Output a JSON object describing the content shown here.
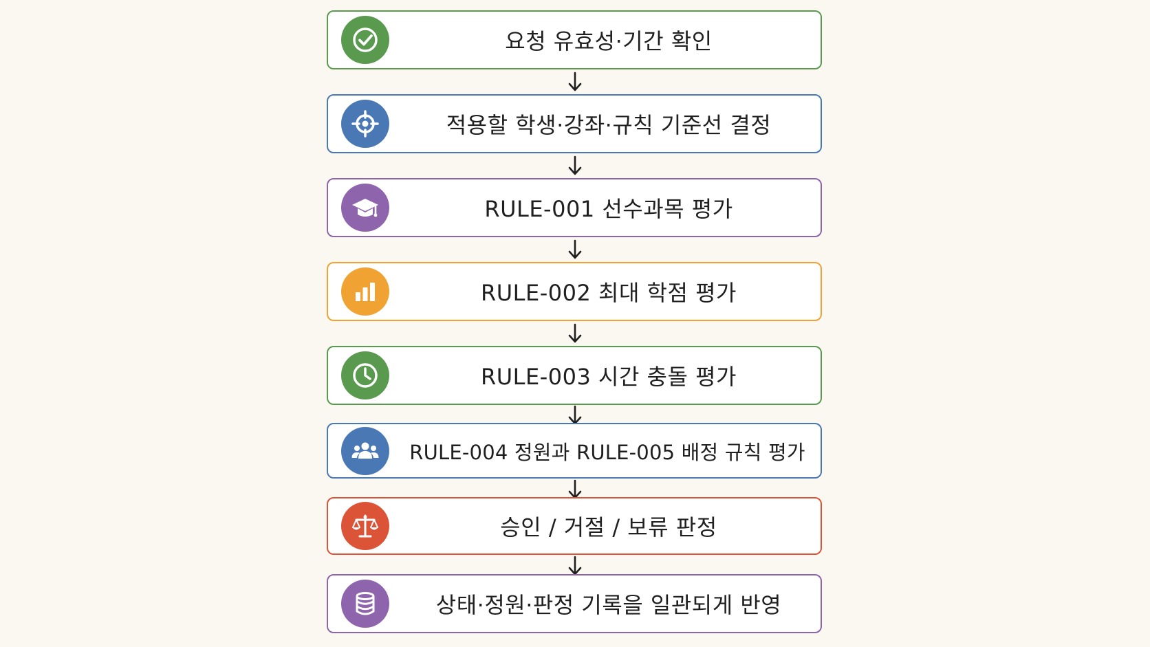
{
  "steps": [
    {
      "label": "요청 유효성·기간 확인",
      "icon": "check-circle-icon",
      "color": "#5a9a4e"
    },
    {
      "label": "적용할 학생·강좌·규칙 기준선 결정",
      "icon": "target-icon",
      "color": "#4a78b5"
    },
    {
      "label": "RULE-001 선수과목 평가",
      "icon": "graduation-cap-icon",
      "color": "#8e64ad"
    },
    {
      "label": "RULE-002 최대 학점 평가",
      "icon": "bar-chart-icon",
      "color": "#f0a232"
    },
    {
      "label": "RULE-003 시간 충돌 평가",
      "icon": "clock-icon",
      "color": "#5a9a4e"
    },
    {
      "label": "RULE-004 정원과 RULE-005 배정 규칙 평가",
      "icon": "users-icon",
      "color": "#4a78b5"
    },
    {
      "label": "승인 / 거절 / 보류 판정",
      "icon": "scales-icon",
      "color": "#dc5438"
    },
    {
      "label": "상태·정원·판정 기록을 일관되게 반영",
      "icon": "database-icon",
      "color": "#8e64ad"
    }
  ]
}
